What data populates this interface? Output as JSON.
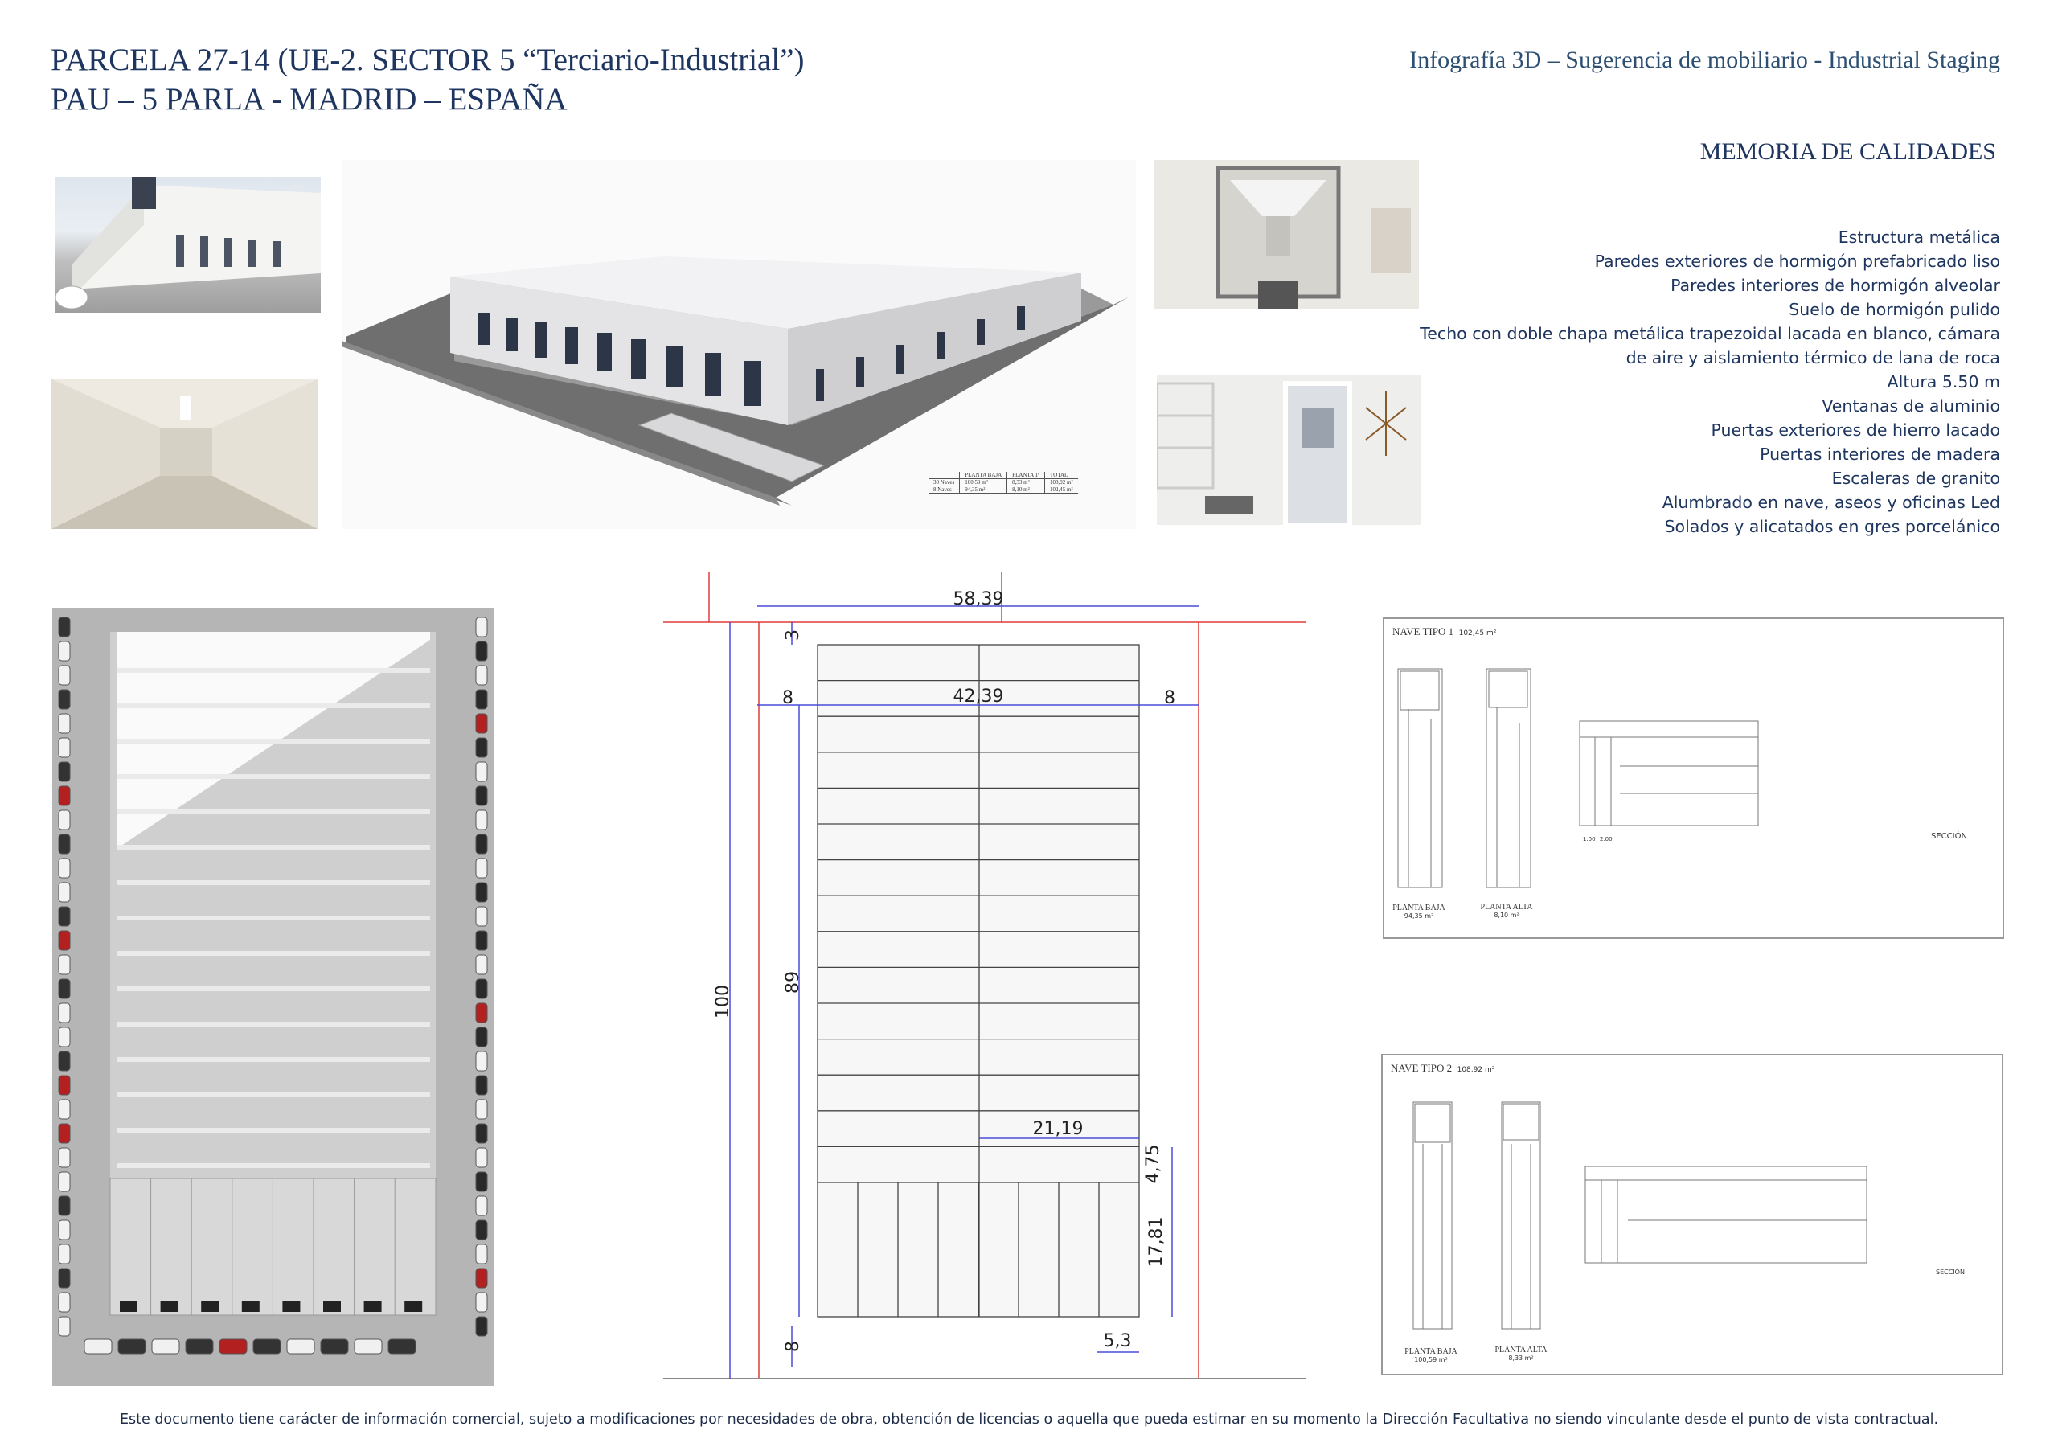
{
  "header": {
    "title_line1": "PARCELA  27-14 (UE-2. SECTOR 5 “Terciario-Industrial”)",
    "title_line2": "PAU – 5 PARLA - MADRID – ESPAÑA",
    "subtitle": "Infografía 3D – Sugerencia de mobiliario - Industrial Staging"
  },
  "memoria": {
    "title": "MEMORIA DE CALIDADES",
    "items": [
      "Estructura metálica",
      "Paredes exteriores de hormigón prefabricado liso",
      "Paredes interiores de hormigón alveolar",
      "Suelo de hormigón pulido",
      "Techo con doble chapa metálica trapezoidal lacada en blanco, cámara",
      "de aire y aislamiento térmico de lana de roca",
      "Altura 5.50 m",
      "Ventanas de aluminio",
      "Puertas exteriores de hierro lacado",
      "Puertas interiores de madera",
      "Escaleras de granito",
      "Alumbrado en nave, aseos y oficinas Led",
      "Solados y alicatados en gres porcelánico"
    ]
  },
  "area_table": {
    "headers": [
      "",
      "PLANTA BAJA",
      "PLANTA 1ª",
      "TOTAL"
    ],
    "rows": [
      [
        "30 Naves",
        "100,59 m²",
        "8,33 m²",
        "108,92 m²"
      ],
      [
        "8 Naves",
        "94,35 m²",
        "8,10 m²",
        "102,45 m²"
      ]
    ]
  },
  "dimensions": {
    "total_width": "58,39",
    "inner_width": "42,39",
    "left_margin": "8",
    "right_margin": "8",
    "top_margin": "3",
    "total_depth": "100",
    "inner_depth": "89",
    "bottom_margin": "8",
    "half_width": "21,19",
    "row_depth": "4,75",
    "bottom_block_depth": "17,81",
    "unit_width": "5,3"
  },
  "nave1": {
    "title": "NAVE TIPO 1",
    "area": "102,45 m²",
    "planta_baja": "PLANTA BAJA",
    "planta_baja_area": "94,35 m²",
    "planta_alta": "PLANTA ALTA",
    "planta_alta_area": "8,10 m²",
    "seccion": "SECCIÓN",
    "sec_dim1": "1.00",
    "sec_dim2": "2.00"
  },
  "nave2": {
    "title": "NAVE TIPO 2",
    "area": "108,92 m²",
    "planta_baja": "PLANTA BAJA",
    "planta_baja_area": "100,59 m²",
    "planta_alta": "PLANTA ALTA",
    "planta_alta_area": "8,33 m²",
    "seccion": "SECCIÓN"
  },
  "footer": "Este documento tiene carácter de información comercial, sujeto a modificaciones por necesidades de obra, obtención de licencias o aquella que pueda estimar en su momento la Dirección Facultativa no siendo vinculante desde el punto de vista contractual."
}
